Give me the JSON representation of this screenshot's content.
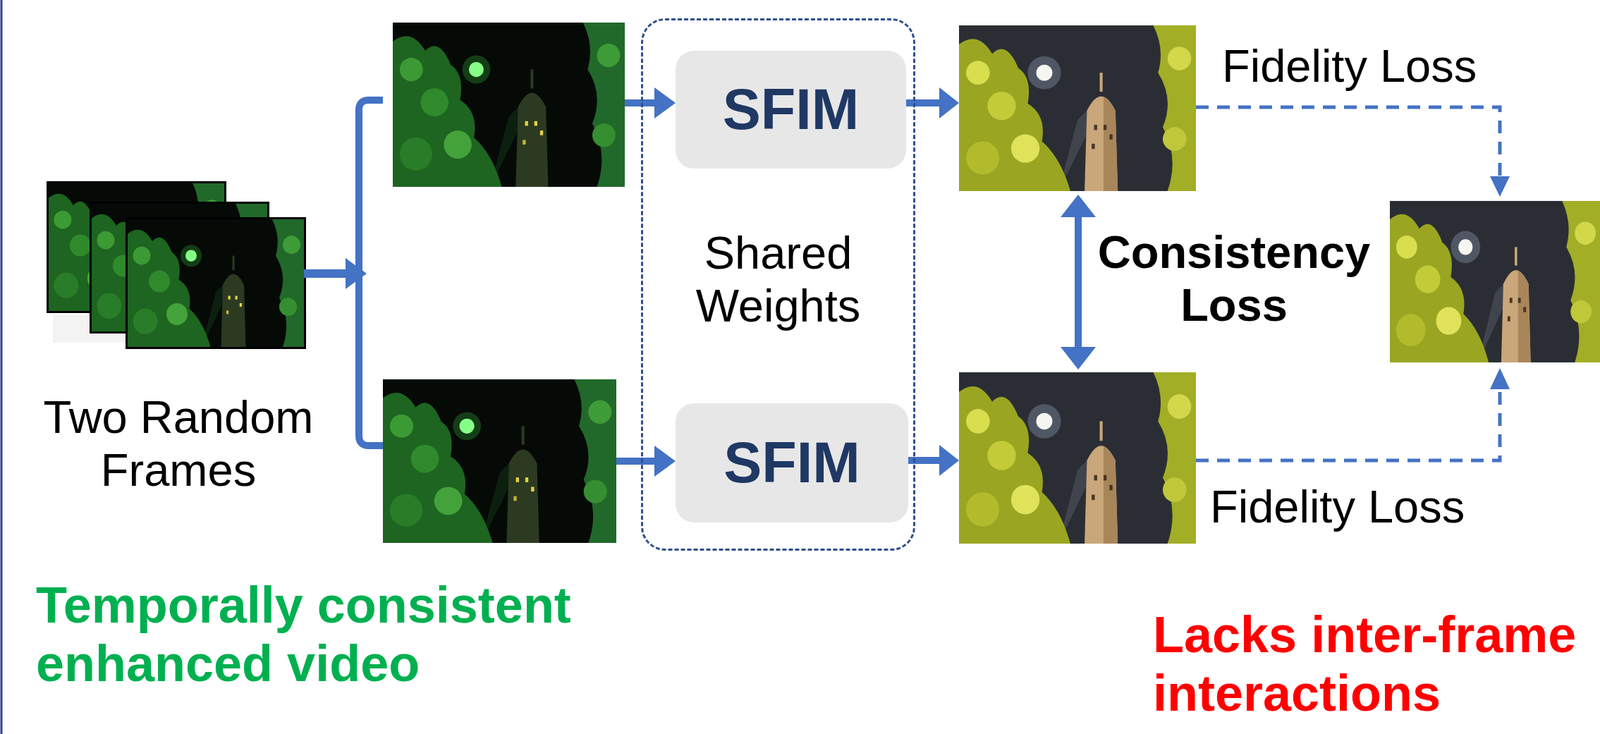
{
  "diagram": {
    "nodes": [
      {
        "text": [
          "Shared Weights"
        ]
      },
      {
        "text": [
          "SFIM"
        ],
        "in": 0
      },
      {
        "text": [
          "SFIM"
        ],
        "in": 0
      }
    ],
    "labels": [
      "Two Random Frames",
      "Fidelity Loss",
      "Consistency Loss",
      "Fidelity Loss",
      "Temporally consistent enhanced video",
      "Lacks inter-frame interactions"
    ]
  }
}
